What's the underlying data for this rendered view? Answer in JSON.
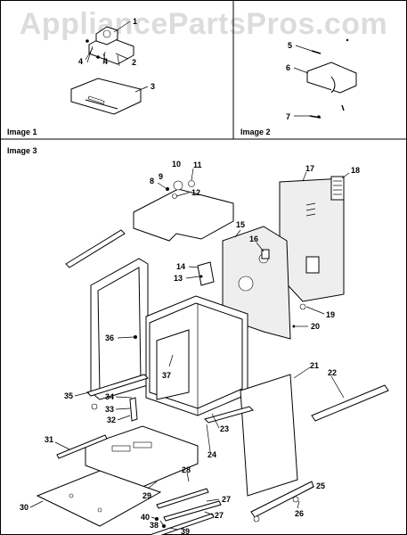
{
  "watermark": "AppliancePartsPros.com",
  "panels": {
    "image1": {
      "title": "Image 1",
      "callouts": [
        "1",
        "2",
        "3",
        "4",
        "4"
      ]
    },
    "image2": {
      "title": "Image 2",
      "callouts": [
        "5",
        "6",
        "7"
      ]
    },
    "image3": {
      "title": "Image 3",
      "callouts": [
        "8",
        "9",
        "10",
        "11",
        "12",
        "13",
        "14",
        "15",
        "16",
        "17",
        "18",
        "19",
        "20",
        "21",
        "22",
        "23",
        "24",
        "25",
        "26",
        "27",
        "27",
        "28",
        "29",
        "30",
        "31",
        "32",
        "33",
        "34",
        "35",
        "36",
        "37",
        "38",
        "39",
        "40"
      ]
    }
  }
}
